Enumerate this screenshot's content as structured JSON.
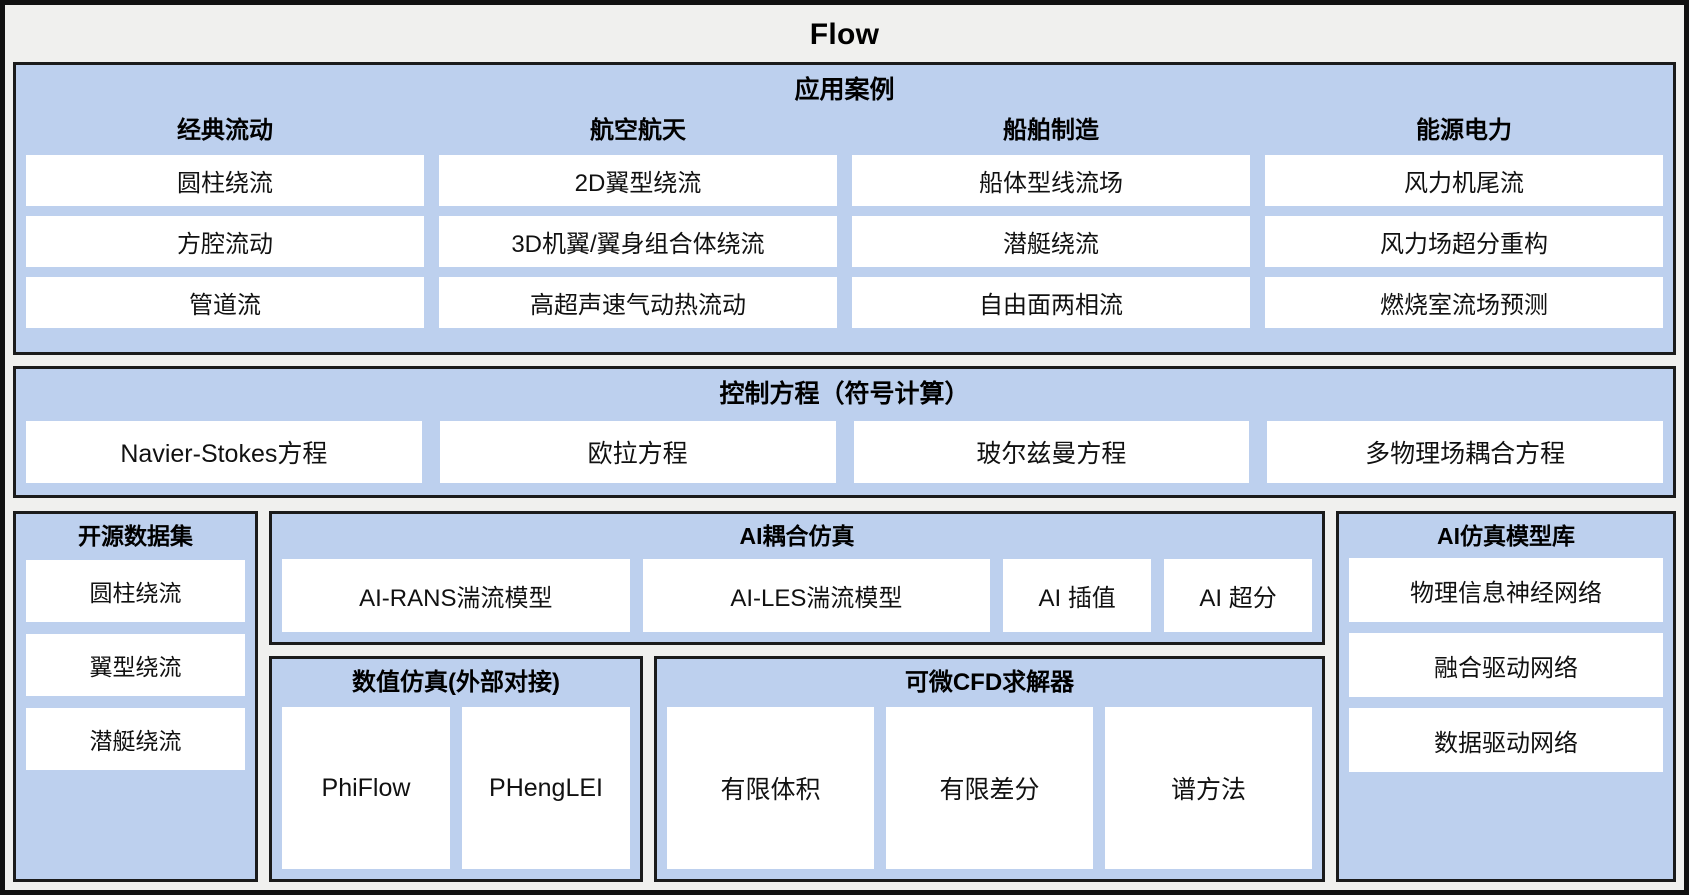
{
  "figure": {
    "title": "Flow",
    "colors": {
      "panel_fill": "#bdd0ee",
      "panel_border": "#1b1b1b",
      "cell_fill": "#ffffff",
      "page_background": "#f0f0ee",
      "text": "#000000"
    }
  },
  "sections": {
    "application_cases": {
      "title": "应用案例",
      "columns": [
        {
          "header": "经典流动",
          "items": [
            "圆柱绕流",
            "方腔流动",
            "管道流"
          ]
        },
        {
          "header": "航空航天",
          "items": [
            "2D翼型绕流",
            "3D机翼/翼身组合体绕流",
            "高超声速气动热流动"
          ]
        },
        {
          "header": "船舶制造",
          "items": [
            "船体型线流场",
            "潜艇绕流",
            "自由面两相流"
          ]
        },
        {
          "header": "能源电力",
          "items": [
            "风力机尾流",
            "风力场超分重构",
            "燃烧室流场预测"
          ]
        }
      ]
    },
    "governing_equations": {
      "title": "控制方程（符号计算）",
      "items": [
        "Navier-Stokes方程",
        "欧拉方程",
        "玻尔兹曼方程",
        "多物理场耦合方程"
      ]
    },
    "open_dataset": {
      "title": "开源数据集",
      "items": [
        "圆柱绕流",
        "翼型绕流",
        "潜艇绕流"
      ]
    },
    "ai_coupled_simulation": {
      "title": "AI耦合仿真",
      "items": [
        "AI-RANS湍流模型",
        "AI-LES湍流模型",
        "AI 插值",
        "AI 超分"
      ]
    },
    "numerical_simulation": {
      "title": "数值仿真(外部对接)",
      "items": [
        "PhiFlow",
        "PHengLEI"
      ]
    },
    "differentiable_cfd_solver": {
      "title": "可微CFD求解器",
      "items": [
        "有限体积",
        "有限差分",
        "谱方法"
      ]
    },
    "ai_model_library": {
      "title": "AI仿真模型库",
      "items": [
        "物理信息神经网络",
        "融合驱动网络",
        "数据驱动网络"
      ]
    }
  }
}
